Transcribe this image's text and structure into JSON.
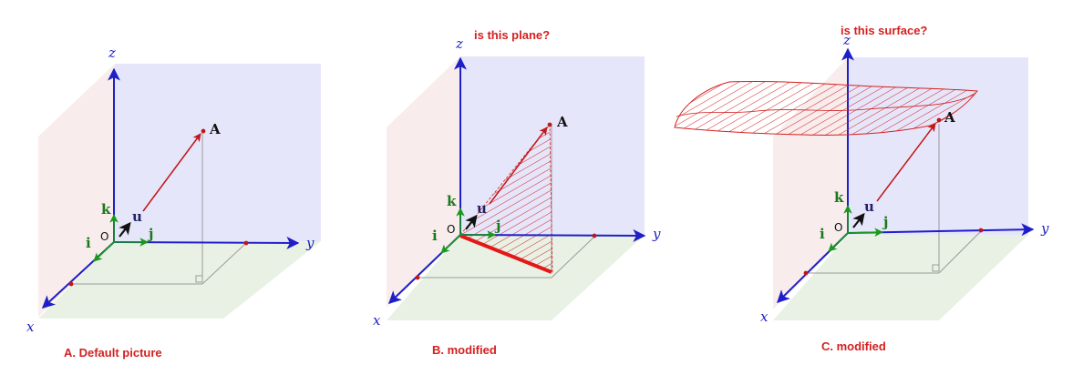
{
  "panels": [
    {
      "caption": "A. Default picture",
      "note": "",
      "labels": {
        "x": "x",
        "y": "y",
        "z": "z",
        "i": "i",
        "j": "j",
        "k": "k",
        "u": "u",
        "origin": "O",
        "point": "A"
      }
    },
    {
      "caption": "B. modified",
      "note": "is this plane?",
      "labels": {
        "x": "x",
        "y": "y",
        "z": "z",
        "i": "i",
        "j": "j",
        "k": "k",
        "u": "u",
        "origin": "O",
        "point": "A"
      }
    },
    {
      "caption": "C. modified",
      "note": "is this surface?",
      "labels": {
        "x": "x",
        "y": "y",
        "z": "z",
        "i": "i",
        "j": "j",
        "k": "k",
        "u": "u",
        "origin": "O",
        "point": "A"
      }
    }
  ],
  "colors": {
    "axis": "#1f1fc8",
    "basis_vector": "#1a9a1a",
    "unit_vector": "#111111",
    "position_vector": "#c01818",
    "annotation": "#d42020",
    "wall_yz": "#e6e6fa",
    "wall_xz": "#f8ecec",
    "floor_xy": "#e8f1e4"
  }
}
